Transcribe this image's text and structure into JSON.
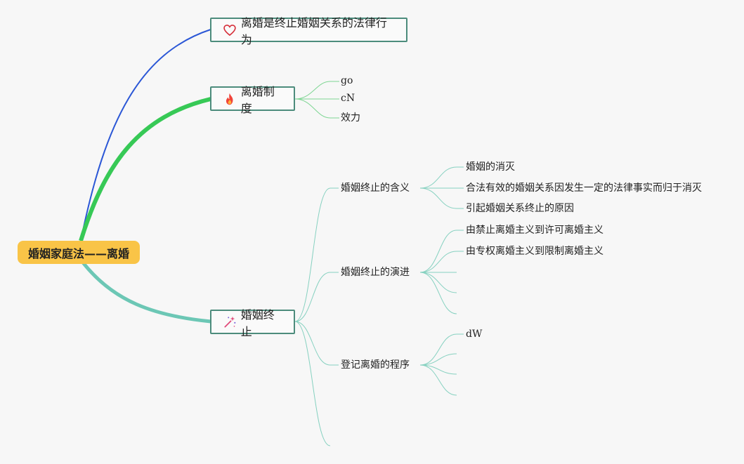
{
  "root": {
    "label": "婚姻家庭法——离婚"
  },
  "topics": [
    {
      "label": "离婚是终止婚姻关系的法律行为",
      "icon": "heart-icon",
      "branch_color": "#2b57d6",
      "children": []
    },
    {
      "label": "离婚制度",
      "icon": "fire-icon",
      "branch_color": "#37c956",
      "children": [
        {
          "label": "go"
        },
        {
          "label": "cN"
        },
        {
          "label": "效力"
        }
      ]
    },
    {
      "label": "婚姻终止",
      "icon": "sparkle-icon",
      "branch_color": "#6cc7b5",
      "children": [
        {
          "label": "婚姻终止的含义",
          "children": [
            {
              "label": "婚姻的消灭"
            },
            {
              "label": "合法有效的婚姻关系因发生一定的法律事实而归于消灭"
            },
            {
              "label": "引起婚姻关系终止的原因"
            }
          ]
        },
        {
          "label": "婚姻终止的演进",
          "children": [
            {
              "label": "由禁止离婚主义到许可离婚主义"
            },
            {
              "label": "由专权离婚主义到限制离婚主义"
            },
            {
              "label": ""
            },
            {
              "label": ""
            },
            {
              "label": ""
            }
          ]
        },
        {
          "label": "登记离婚的程序",
          "children": [
            {
              "label": "dW"
            },
            {
              "label": ""
            },
            {
              "label": ""
            },
            {
              "label": ""
            }
          ]
        },
        {
          "label": "",
          "children": []
        }
      ]
    }
  ]
}
